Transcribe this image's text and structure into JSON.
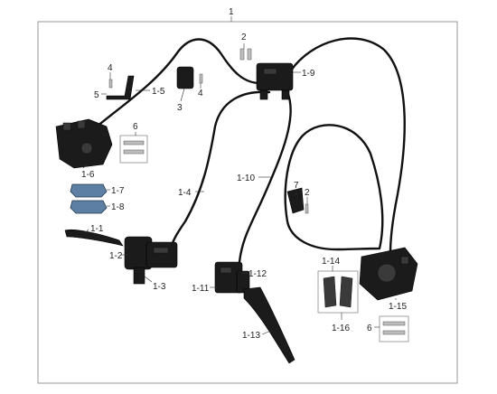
{
  "diagram": {
    "assembly_label": "1",
    "callouts": {
      "c_2_top": "2",
      "c_1_9": "1-9",
      "c_4_left": "4",
      "c_5": "5",
      "c_1_5": "1-5",
      "c_3": "3",
      "c_4_mid": "4",
      "c_6_left": "6",
      "c_1_6": "1-6",
      "c_1_7": "1-7",
      "c_1_8": "1-8",
      "c_1_4": "1-4",
      "c_1_10": "1-10",
      "c_7": "7",
      "c_2_right": "2",
      "c_1_1": "1-1",
      "c_1_2": "1-2",
      "c_1_3": "1-3",
      "c_1_11": "1-11",
      "c_1_12": "1-12",
      "c_1_13": "1-13",
      "c_1_14": "1-14",
      "c_1_15": "1-15",
      "c_1_16": "1-16",
      "c_6_right": "6"
    }
  }
}
